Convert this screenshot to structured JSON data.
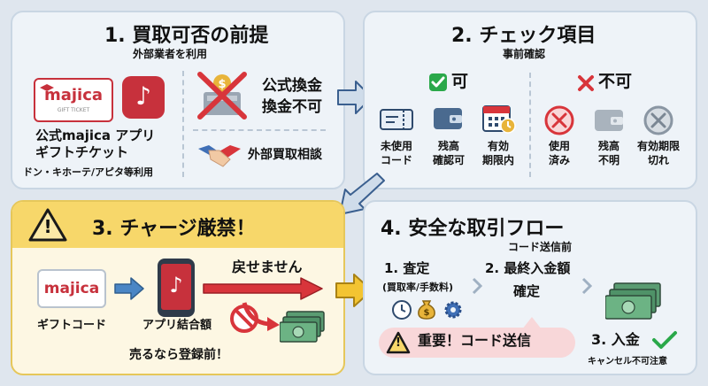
{
  "section1": {
    "title": "1. 買取可否の前提",
    "subtitle": "外部業者を利用",
    "gift_card_brand": "majica",
    "gift_card_caption": "GIFT TICKET",
    "app_icon_glyph": "♪",
    "product_label_line1": "公式majica アプリ",
    "product_label_line2": "ギフトチケット",
    "stores": "ドン・キホーテ/アピタ等利用",
    "official_line1": "公式換金",
    "official_line2": "換金不可",
    "external": "外部買取相談",
    "icons": [
      "gift-card-icon",
      "majica-app-icon",
      "no-register-icon",
      "handshake-icon"
    ]
  },
  "section2": {
    "title": "2. チェック項目",
    "subtitle": "事前確認",
    "ok_heading": "可",
    "ng_heading": "不可",
    "ok_items": [
      {
        "line1": "未使用",
        "line2": "コード"
      },
      {
        "line1": "残高",
        "line2": "確認可"
      },
      {
        "line1": "有効",
        "line2": "期限内"
      }
    ],
    "ng_items": [
      {
        "line1": "使用",
        "line2": "済み"
      },
      {
        "line1": "残高",
        "line2": "不明"
      },
      {
        "line1": "有効期限",
        "line2": "切れ"
      }
    ],
    "colors": {
      "ok": "#2aa84a",
      "ng": "#d8353b"
    }
  },
  "section3": {
    "warning_mark": "!",
    "title": "3. チャージ厳禁！",
    "card_brand": "majica",
    "card_label": "ギフトコード",
    "app_label": "アプリ結合額",
    "app_glyph": "♪",
    "no_return": "戻せません",
    "note": "売るなら登録前！"
  },
  "section4": {
    "title": "4. 安全な取引フロー",
    "subtitle": "コード送信前",
    "step1_line1": "1. 査定",
    "step1_line2": "(買取率/手数料)",
    "step2_line1": "2. 最終入金額",
    "step2_line2": "確定",
    "warning_mark": "!",
    "alert": "重要！コード送信",
    "step3": "3. 入金",
    "step3_note": "キャンセル不可注意",
    "colors": {
      "alert_bg": "#f8d7d9",
      "money": "#3d8a5a"
    }
  }
}
